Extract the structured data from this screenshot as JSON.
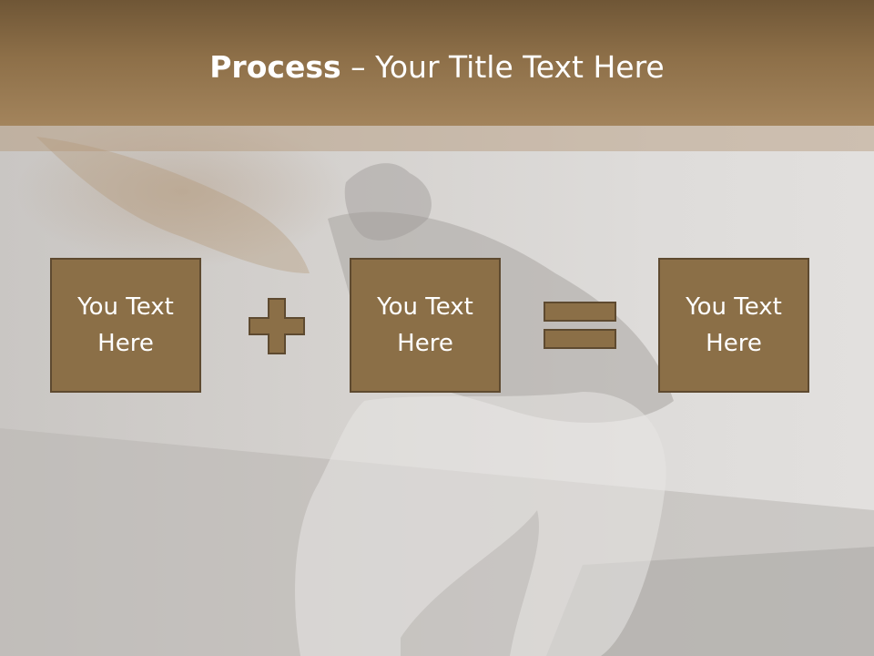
{
  "slide": {
    "title_bold": "Process",
    "title_rest": " – Your Title Text Here"
  },
  "process": {
    "boxes": [
      {
        "label": "You Text Here"
      },
      {
        "label": "You Text Here"
      },
      {
        "label": "You Text Here"
      }
    ],
    "operators": [
      "plus-icon",
      "equals-icon"
    ]
  },
  "colors": {
    "header": "#8d6f48",
    "box_fill": "#8b6f47",
    "box_border": "#5e4a30",
    "title_text": "#ffffff"
  }
}
